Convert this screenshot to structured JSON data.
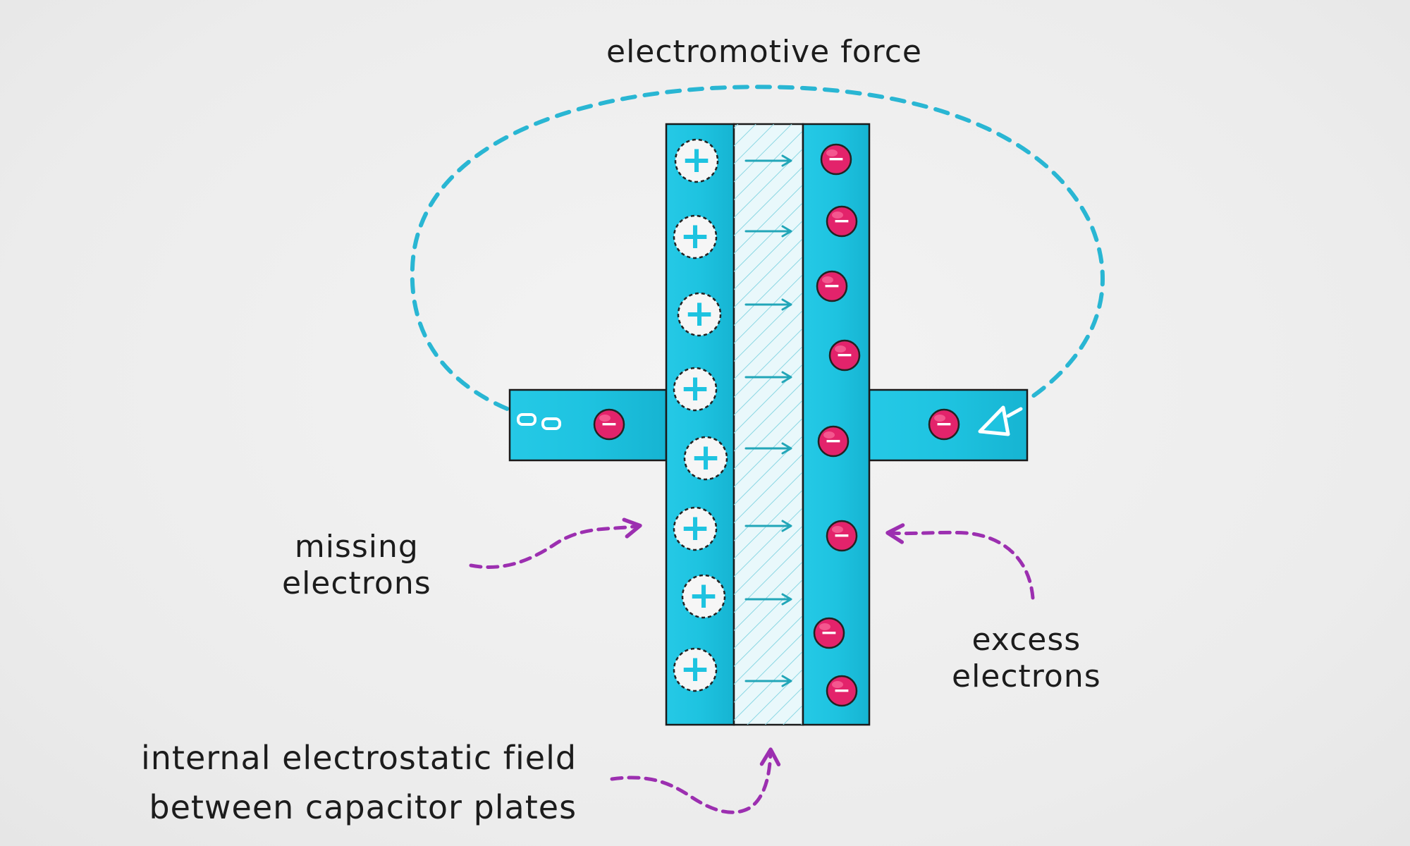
{
  "labels": {
    "emf": "electromotive force",
    "missing_line1": "missing",
    "missing_line2": "electrons",
    "excess_line1": "excess",
    "excess_line2": "electrons",
    "field_line1": "internal electrostatic field",
    "field_line2": "between capacitor plates"
  },
  "colors": {
    "plate": "#1ec3e0",
    "plate_edge": "#1a1a1a",
    "emf_loop": "#29b6d3",
    "pointer_arrows": "#9c2fb0",
    "electron": "#e3236b",
    "field_arrow": "#22a6b8",
    "dielectric_hatch": "#8ad7e3"
  },
  "charges": {
    "positive_symbol": "+",
    "negative_symbol": "−",
    "positive_count_left_plate": 8,
    "negative_count_right_plate": 8,
    "field_arrow_count": 8
  }
}
